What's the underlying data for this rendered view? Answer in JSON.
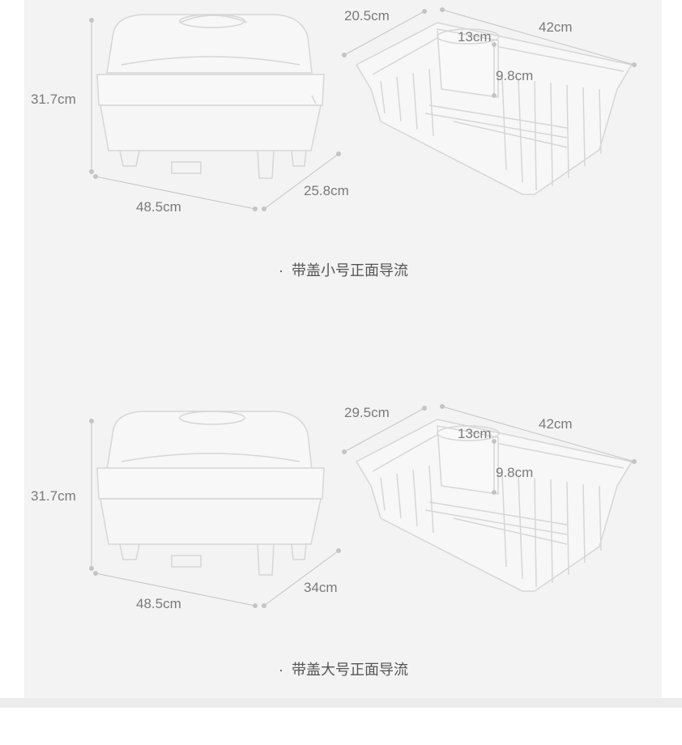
{
  "sections": [
    {
      "caption": "带盖小号正面导流",
      "box": {
        "height": "31.7cm",
        "width": "48.5cm",
        "depth": "25.8cm"
      },
      "basket": {
        "depth": "20.5cm",
        "length": "42cm",
        "holder_width": "13cm",
        "holder_height": "9.8cm"
      }
    },
    {
      "caption": "带盖大号正面导流",
      "box": {
        "height": "31.7cm",
        "width": "48.5cm",
        "depth": "34cm"
      },
      "basket": {
        "depth": "29.5cm",
        "length": "42cm",
        "holder_width": "13cm",
        "holder_height": "9.8cm"
      }
    }
  ],
  "colors": {
    "panel": "#f3f3f3",
    "line": "#d9d9d9",
    "dim_line": "#bdbdbd",
    "label": "#7a7a7a",
    "caption": "#555555"
  },
  "bullet": "·"
}
